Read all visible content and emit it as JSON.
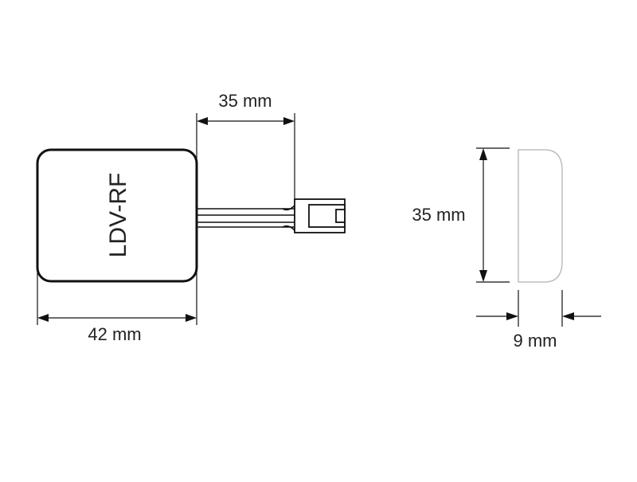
{
  "device": {
    "label": "LDV-RF"
  },
  "dimensions": {
    "cable_length": "35 mm",
    "body_width": "42 mm",
    "body_height": "35 mm",
    "body_depth": "9 mm"
  },
  "colors": {
    "line": "#111111",
    "side_outline": "#bdbdbd",
    "text": "#222222"
  }
}
